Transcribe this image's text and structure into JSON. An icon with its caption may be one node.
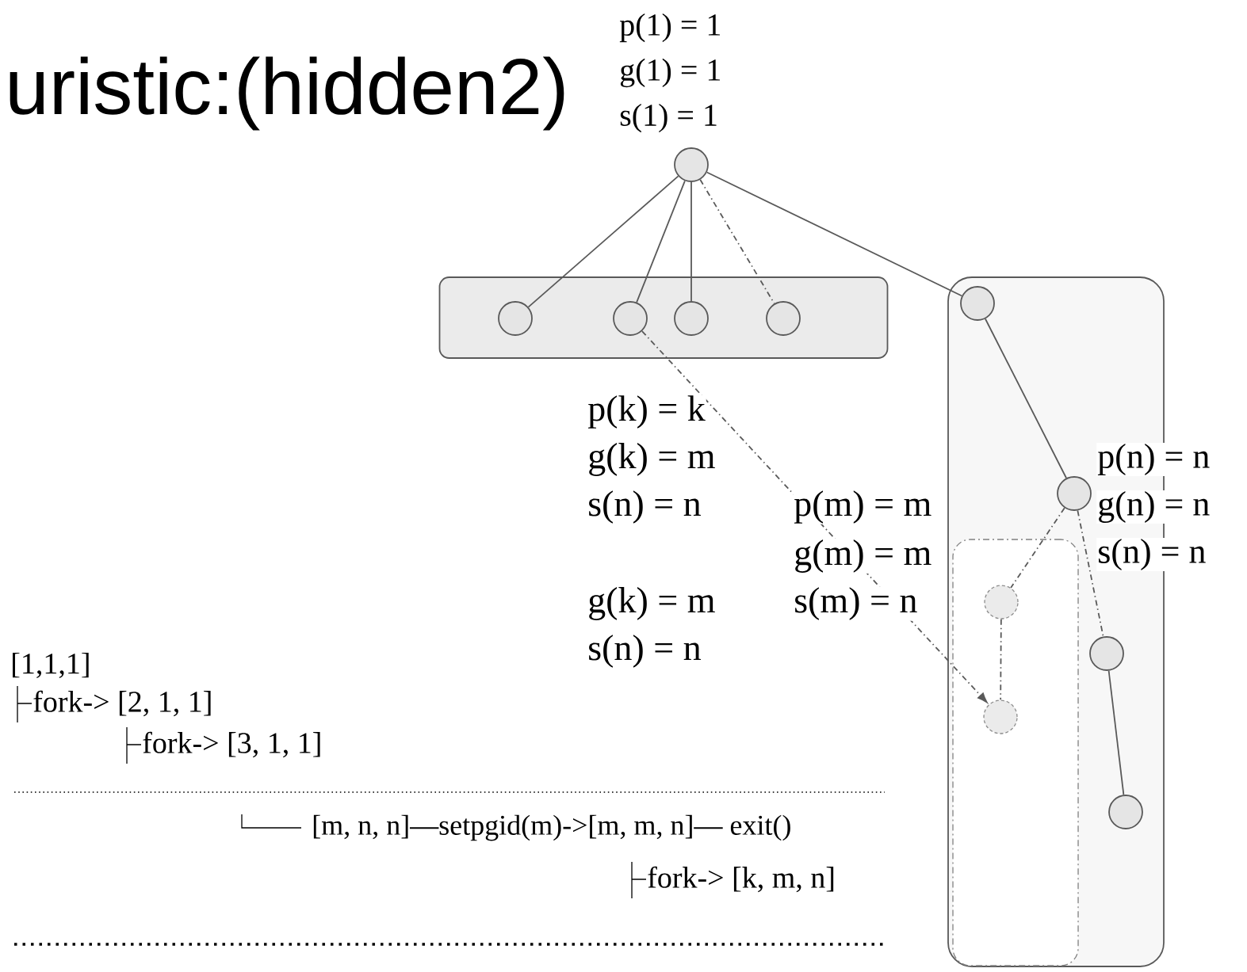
{
  "diagram": {
    "title": "uristic:(hidden2)",
    "nodes": [
      {
        "text": [],
        "shape": "circle",
        "beside": [
          "p(1) = 1",
          "g(1) = 1",
          "s(1) = 1"
        ]
      },
      {
        "text": [],
        "shape": "box"
      },
      {
        "text": [],
        "shape": "circle",
        "in": 1
      },
      {
        "text": [],
        "shape": "circle",
        "in": 1
      },
      {
        "text": [],
        "shape": "circle",
        "in": 1
      },
      {
        "text": [],
        "shape": "circle",
        "in": 1
      },
      {
        "text": [],
        "shape": "box"
      },
      {
        "text": [],
        "shape": "circle",
        "in": 6
      },
      {
        "text": [],
        "shape": "circle",
        "in": 6,
        "beside": [
          "p(n) = n",
          "g(n) = n",
          "s(n) = n"
        ]
      },
      {
        "text": [],
        "shape": "box",
        "in": 6
      },
      {
        "text": [],
        "shape": "circle",
        "in": 9
      },
      {
        "text": [],
        "shape": "circle",
        "in": 9
      },
      {
        "text": [],
        "shape": "circle",
        "in": 6
      },
      {
        "text": [],
        "shape": "circle",
        "in": 6
      }
    ],
    "edges": [
      {
        "from": 0,
        "to": 2,
        "arrow": "none"
      },
      {
        "from": 0,
        "to": 3,
        "arrow": "none"
      },
      {
        "from": 0,
        "to": 4,
        "arrow": "none"
      },
      {
        "from": 0,
        "to": 5,
        "arrow": "none",
        "style": "dashed"
      },
      {
        "from": 0,
        "to": 7,
        "arrow": "none"
      },
      {
        "from": 7,
        "to": 8,
        "arrow": "none"
      },
      {
        "from": 3,
        "to": 11,
        "arrow": "to",
        "style": "dashed"
      },
      {
        "from": 8,
        "to": 10,
        "arrow": "none",
        "style": "dashed"
      },
      {
        "from": 10,
        "to": 11,
        "arrow": "none",
        "style": "dashed"
      },
      {
        "from": 8,
        "to": 12,
        "arrow": "none",
        "style": "dashed"
      },
      {
        "from": 12,
        "to": 13,
        "arrow": "none"
      }
    ],
    "labels": [
      "p(k) = k",
      "g(k) = m",
      "s(n) = n",
      "p(m) = m",
      "g(m) = m",
      "g(k) = m",
      "s(m) = n",
      "s(n) = n",
      "[1,1,1]",
      "fork-> [2, 1, 1]",
      "fork-> [3, 1, 1]",
      "[m, n, n]—setpgid(m)->[m, m, n]— exit()",
      "fork-> [k, m, n]"
    ]
  }
}
